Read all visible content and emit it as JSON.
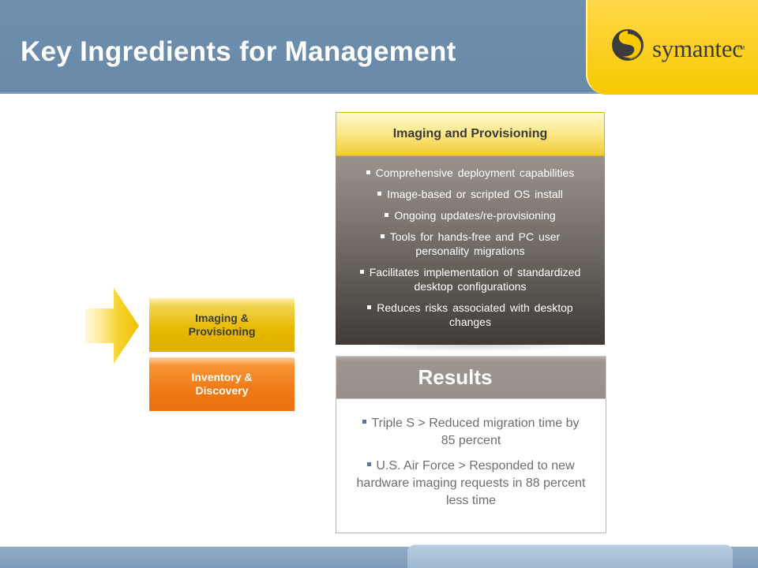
{
  "slide": {
    "title": "Key Ingredients for Management"
  },
  "brand": {
    "logo_text": "symantec",
    "logo_tm": "TM",
    "logo_icon": "symantec-swirl-icon",
    "colors": {
      "header_blue": "#6889a8",
      "logo_yellow": "#f8c800",
      "imaging_gold": "#e6b800",
      "inventory_orange": "#ef7a16",
      "panel_dark": "#5c5651",
      "results_gray": "#97908a",
      "bullet_blue": "#4f78a8"
    }
  },
  "sidebar": {
    "arrow_icon": "chevron-arrow-icon",
    "items": [
      {
        "label": "Imaging & Provisioning"
      },
      {
        "label": "Inventory & Discovery"
      }
    ]
  },
  "feature_panel": {
    "title": "Imaging and Provisioning",
    "bullets": [
      "Comprehensive deployment capabilities",
      "Image-based or scripted OS install",
      "Ongoing updates/re-provisioning",
      "Tools for hands-free and PC user personality migrations",
      "Facilitates implementation of standardized desktop configurations",
      "Reduces risks associated with desktop changes"
    ]
  },
  "results_panel": {
    "title": "Results",
    "bullets": [
      "Triple S > Reduced migration time by 85 percent",
      "U.S. Air Force > Responded to new hardware imaging requests in 88 percent less time"
    ]
  }
}
